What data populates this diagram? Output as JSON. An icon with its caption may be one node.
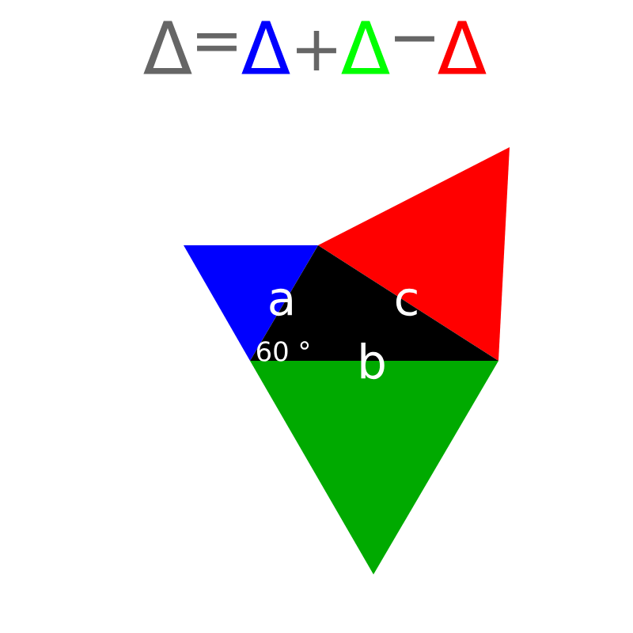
{
  "diagram": {
    "labels": [
      "Δ",
      "=",
      "Δ",
      "+",
      "Δ",
      "−",
      "Δ",
      "a",
      "c",
      "b",
      "60 °"
    ]
  }
}
